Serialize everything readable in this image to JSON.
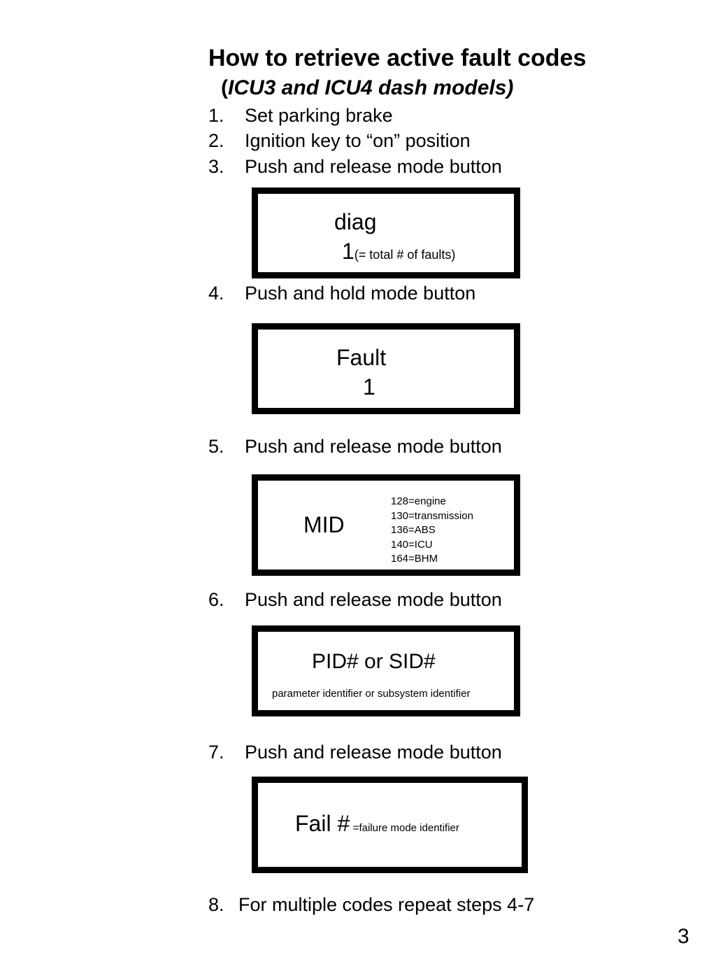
{
  "title": "How to retrieve active fault codes",
  "subtitle": {
    "open_paren": "(",
    "italic": "ICU3 and ICU4 dash models)"
  },
  "steps": [
    {
      "num": "1.",
      "text": "Set parking brake"
    },
    {
      "num": "2.",
      "text": "Ignition key to “on” position"
    },
    {
      "num": "3.",
      "text": "Push and release mode button"
    },
    {
      "num": "4.",
      "text": "Push and hold mode button"
    },
    {
      "num": "5.",
      "text": "Push and release mode button"
    },
    {
      "num": "6.",
      "text": "Push and release mode button"
    },
    {
      "num": "7.",
      "text": "Push and release mode button"
    },
    {
      "num": "8.",
      "text": "For multiple codes repeat steps 4-7"
    }
  ],
  "displays": {
    "diag": {
      "line1": "diag",
      "value": "1",
      "note": "(= total # of  faults)"
    },
    "fault": {
      "line1": "Fault",
      "line2": "1"
    },
    "mid": {
      "label": "MID",
      "codes": [
        "128=engine",
        "130=transmission",
        "136=ABS",
        "140=ICU",
        "164=BHM"
      ]
    },
    "pid": {
      "line1": "PID# or SID#",
      "note": "parameter identifier or subsystem identifier"
    },
    "fail": {
      "label": "Fail #",
      "note": "=failure mode  identifier"
    }
  },
  "page_number": "3"
}
